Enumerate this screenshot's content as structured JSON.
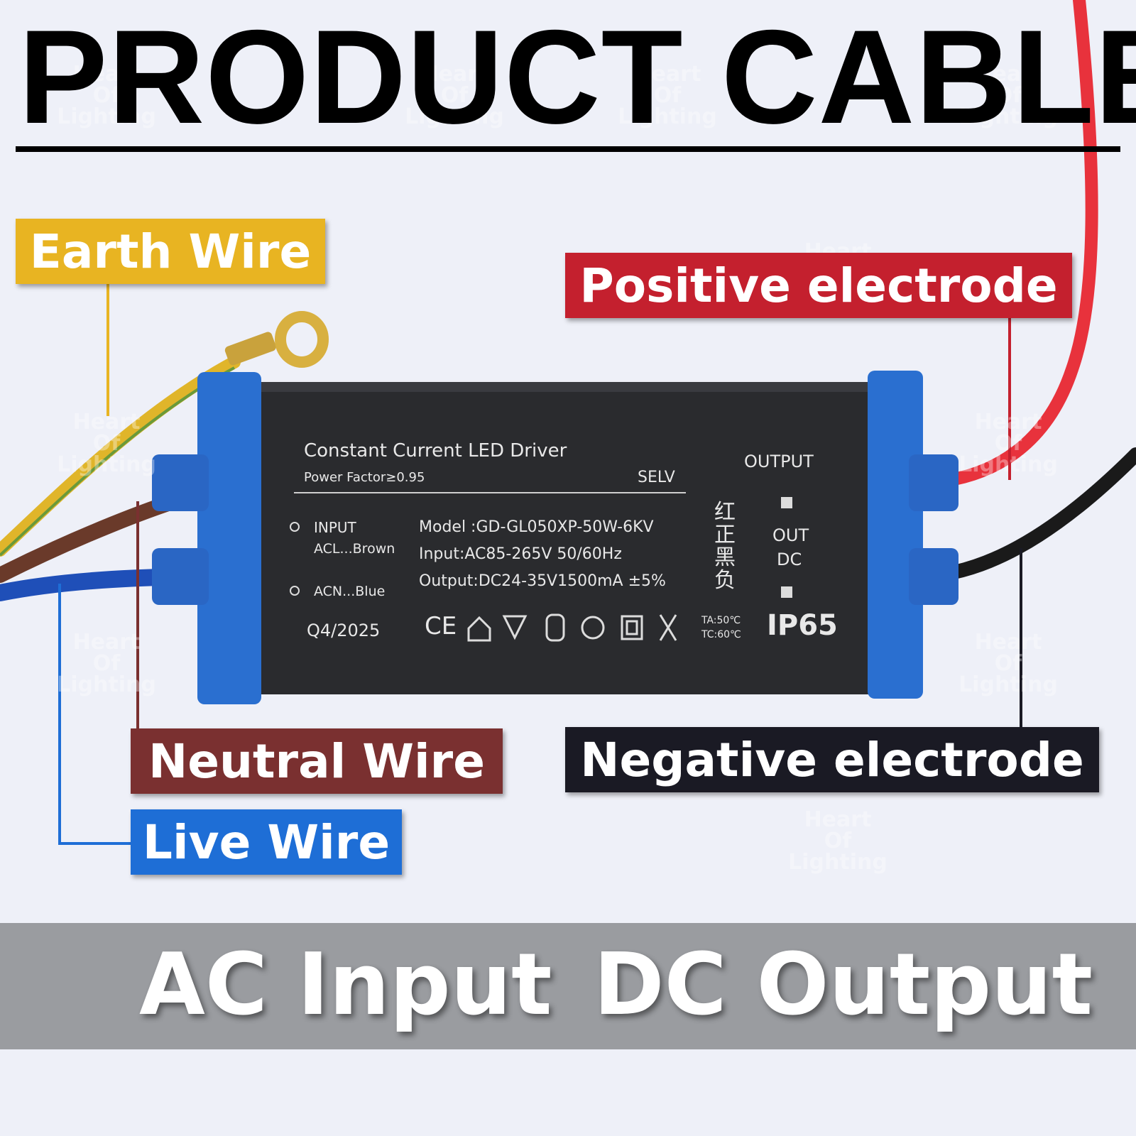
{
  "title": "PRODUCT CABLE",
  "labels": {
    "earth": "Earth Wire",
    "positive": "Positive electrode",
    "neutral": "Neutral Wire",
    "negative": "Negative electrode",
    "live": "Live Wire"
  },
  "band": {
    "ac": "AC Input",
    "dc": "DC Output"
  },
  "driver": {
    "heading": "Constant Current LED Driver",
    "power_factor": "Power Factor≥0.95",
    "selv": "SELV",
    "output_header": "OUTPUT",
    "input": "INPUT",
    "acl": "ACL...Brown",
    "acn": "ACN...Blue",
    "model": "Model :GD-GL050XP-50W-6KV",
    "input_spec": "Input:AC85-265V 50/60Hz",
    "output_spec": "Output:DC24-35V1500mA ±5%",
    "date": "Q4/2025",
    "chinese": "红正黑负",
    "out": "OUT",
    "dc": "DC",
    "ta": "TA:50℃",
    "tc": "TC:60℃",
    "ip": "IP65"
  },
  "watermark": [
    "Heart",
    "Of",
    "Lighting"
  ],
  "colors": {
    "earth_label": "#e8b422",
    "positive_label": "#c4202e",
    "neutral_label": "#7a3030",
    "negative_label": "#1a1a24",
    "live_label": "#1e6ed6",
    "driver_body": "#2a2b2e",
    "end_caps": "#2a6fd0"
  }
}
